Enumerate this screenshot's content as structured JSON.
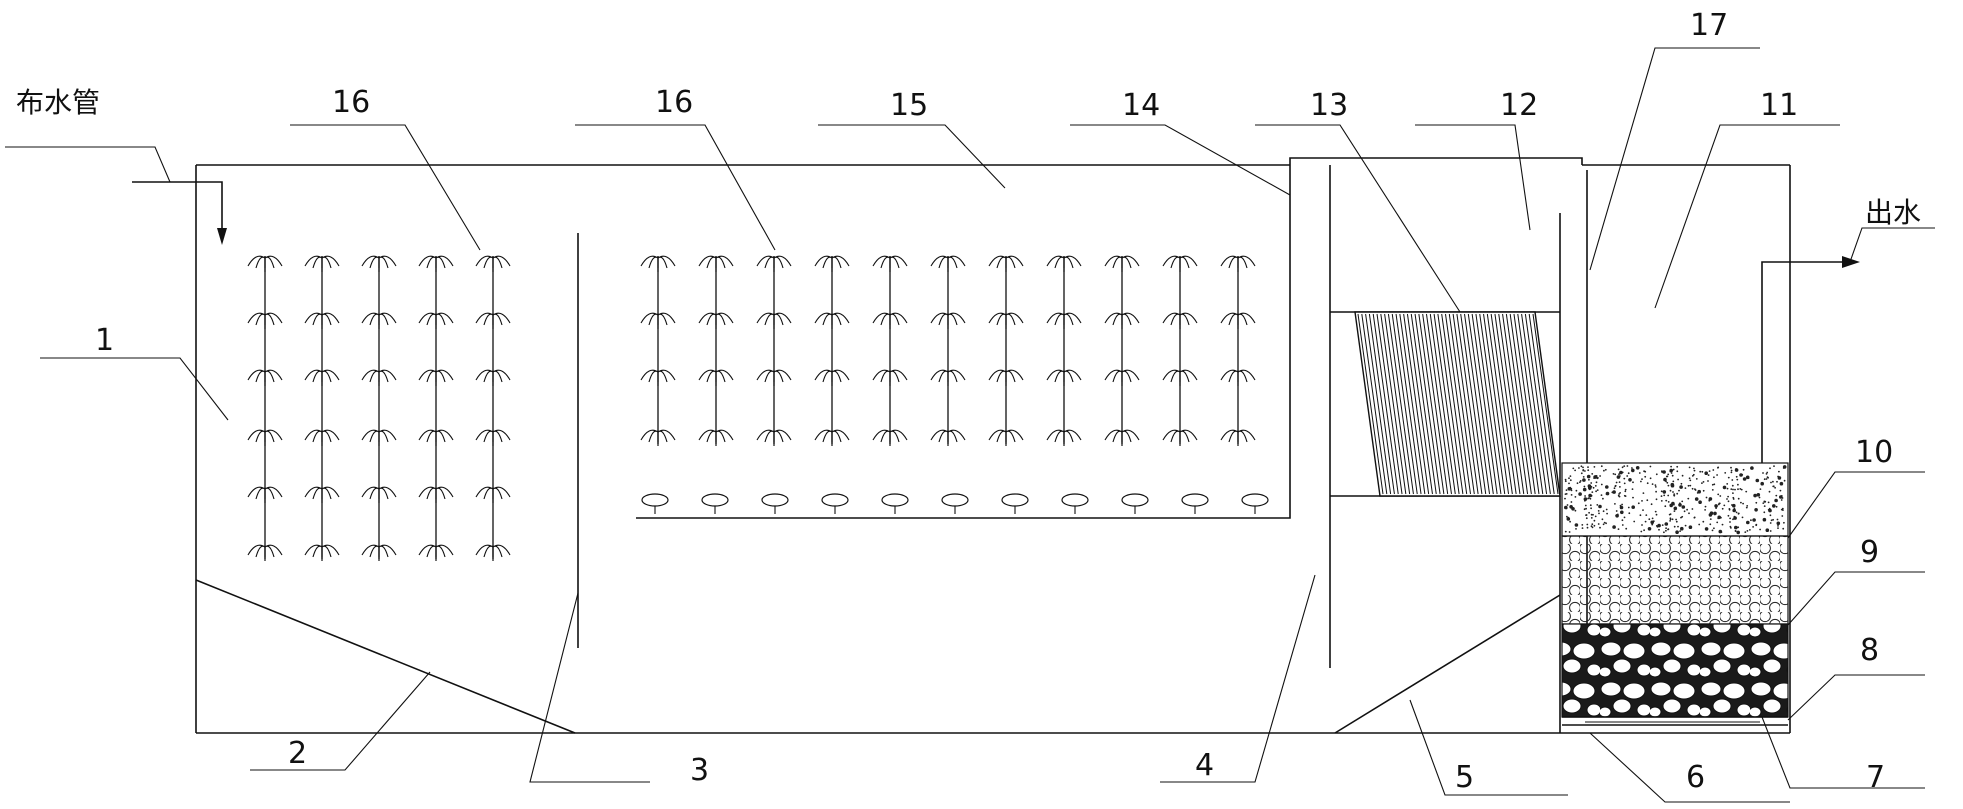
{
  "labels": {
    "inlet_pipe": "布水管",
    "outlet": "出水",
    "n1": "1",
    "n2": "2",
    "n3": "3",
    "n4": "4",
    "n5": "5",
    "n6": "6",
    "n7": "7",
    "n8": "8",
    "n9": "9",
    "n10": "10",
    "n11": "11",
    "n12": "12",
    "n13": "13",
    "n14": "14",
    "n15": "15",
    "n16a": "16",
    "n16b": "16",
    "n17": "17"
  },
  "colors": {
    "stroke": "#111111",
    "background": "#ffffff"
  }
}
